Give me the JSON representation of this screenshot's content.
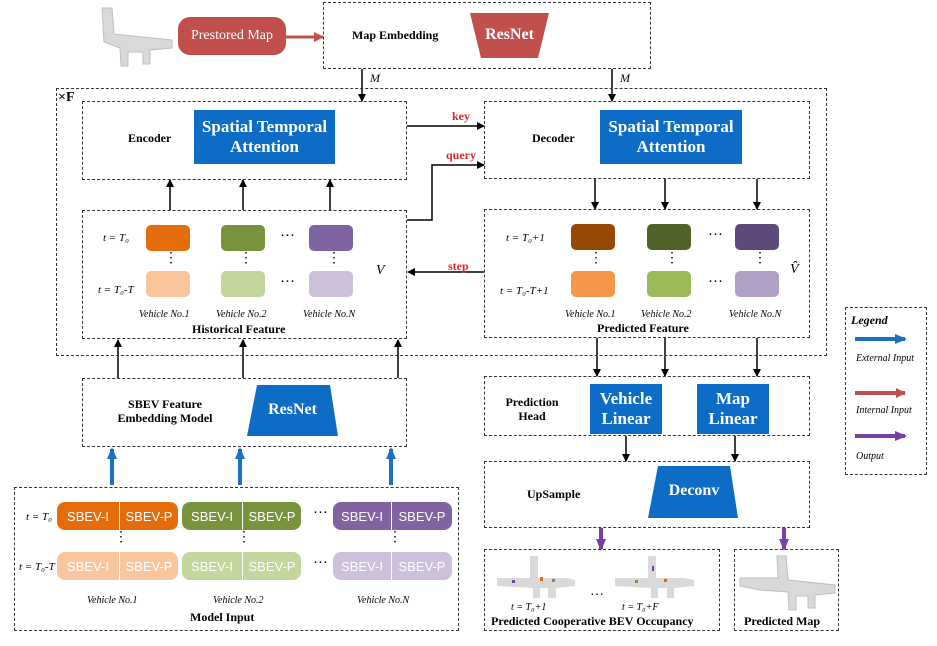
{
  "top": {
    "prestored_map": "Prestored Map",
    "map_embedding": "Map Embedding",
    "resnet": "ResNet",
    "m_left": "M",
    "m_right": "M"
  },
  "loop": {
    "label": "×F"
  },
  "encoder": {
    "label": "Encoder",
    "attention": "Spatial Temporal\nAttention"
  },
  "decoder": {
    "label": "Decoder",
    "attention": "Spatial Temporal\nAttention"
  },
  "arrows": {
    "key": "key",
    "query": "query",
    "step": "step"
  },
  "historical": {
    "t_top": "t = T₀",
    "t_bottom": "t = T₀-T",
    "ellipsis": "···",
    "vdots": "⋮",
    "v_symbol": "V",
    "vehicles": [
      "Vehicle No.1",
      "Vehicle No.2",
      "Vehicle No.N"
    ],
    "title": "Historical Feature"
  },
  "predicted": {
    "t_top": "t = T₀+1",
    "t_bottom": "t = T₀-T+1",
    "ellipsis": "···",
    "vdots": "⋮",
    "v_symbol": "V̂",
    "vehicles": [
      "Vehicle No.1",
      "Vehicle No.2",
      "Vehicle No.N"
    ],
    "title": "Predicted Feature"
  },
  "sbev": {
    "label": "SBEV Feature\nEmbedding Model",
    "resnet": "ResNet"
  },
  "prediction_head": {
    "label": "Prediction\nHead",
    "vehicle_linear": "Vehicle\nLinear",
    "map_linear": "Map\nLinear"
  },
  "upsample": {
    "label": "UpSample",
    "deconv": "Deconv"
  },
  "model_input": {
    "t_top": "t = T₀",
    "t_bottom": "t = T₀-T",
    "sbev_i": "SBEV-I",
    "sbev_p": "SBEV-P",
    "ellipsis": "···",
    "vdots": "⋮",
    "vehicles": [
      "Vehicle No.1",
      "Vehicle No.2",
      "Vehicle No.N"
    ],
    "title": "Model Input"
  },
  "occupancy": {
    "t1": "t = T₀+1",
    "t2": "t = T₀+F",
    "ellipsis": "···",
    "title": "Predicted Cooperative BEV Occupancy"
  },
  "predicted_map": {
    "title": "Predicted Map"
  },
  "legend": {
    "title": "Legend",
    "items": [
      {
        "label": "External Input",
        "color": "#1f6fc1"
      },
      {
        "label": "Internal Input",
        "color": "#c1504d"
      },
      {
        "label": "Output",
        "color": "#7a3fa6"
      }
    ]
  },
  "colors": {
    "blue_box": "#0d6cc5",
    "red_box": "#c1504d",
    "vehicle1_dark": "#e46c0a",
    "vehicle1_light": "#f9c59c",
    "vehicle2_dark": "#77933c",
    "vehicle2_light": "#c3d69b",
    "vehicleN_dark": "#8064a2",
    "vehicleN_light": "#ccc0da",
    "pred1_dark": "#974806",
    "pred1_light": "#f79646",
    "pred2_dark": "#4f6228",
    "pred2_light": "#9bbb59",
    "predN_dark": "#5f497a",
    "predN_light": "#b2a1c7"
  }
}
